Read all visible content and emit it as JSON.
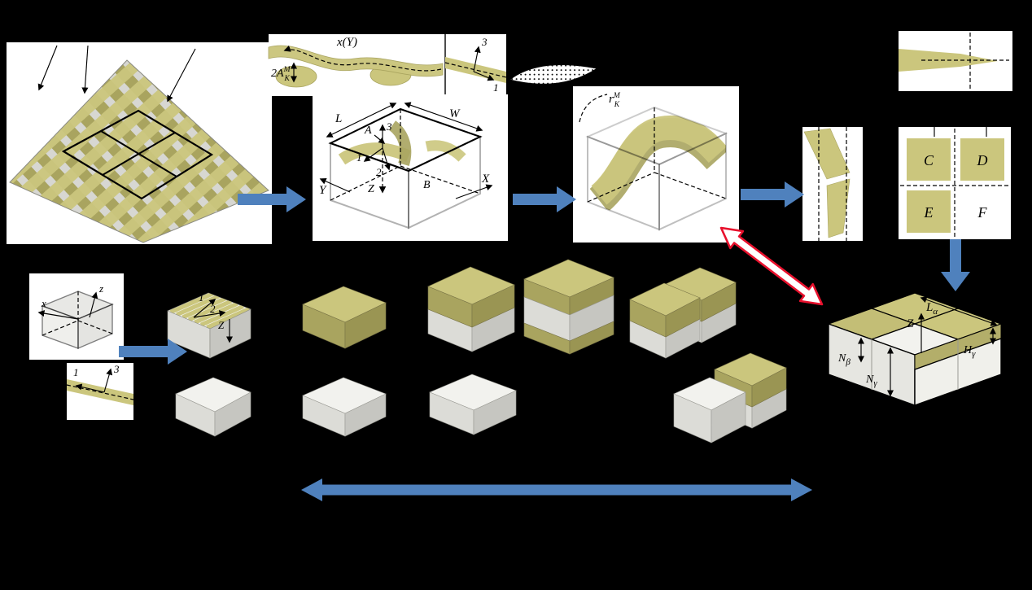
{
  "colors": {
    "background": "#000000",
    "panel": "#ffffff",
    "yarn": "#cbc67d",
    "yarn_dark": "#a9a45f",
    "yarn_side": "#9a9553",
    "cube_top": "#f2f2ee",
    "cube_left": "#dcdcd7",
    "cube_right": "#c6c6c1",
    "base_gray": "#d7d7d2",
    "arrow_blue": "#4f81bd",
    "arrow_red": "#e8112d"
  },
  "labels": {
    "wave": {
      "x_of_y": "x(Y)",
      "amp": "2A",
      "amp_sub": "K",
      "amp_sup": "M",
      "axis3": "3",
      "axis1": "1"
    },
    "radius": {
      "r": "r",
      "sub": "K",
      "sup": "M"
    },
    "unit_cell": {
      "length": "L",
      "width": "W",
      "point_a": "A",
      "point_b": "B",
      "axis1": "1",
      "axis2": "2",
      "axis3": "3",
      "axis_x": "X",
      "axis_y": "Y",
      "axis_z": "Z"
    },
    "quadrants": {
      "c": "C",
      "d": "D",
      "e": "E",
      "f": "F"
    },
    "micro_cube": {
      "axis_x": "x",
      "axis_z": "z"
    },
    "micro_band": {
      "axis1": "1",
      "axis3": "3"
    },
    "striped_cube": {
      "axis1": "1",
      "axis2": "2",
      "axis_z": "Z"
    },
    "final_block": {
      "l": "L",
      "l_sub": "α",
      "axis_z": "Z",
      "h": "H",
      "h_sub": "γ",
      "n_beta": "N",
      "n_beta_sub": "β",
      "n_gamma": "N",
      "n_gamma_sub": "γ"
    }
  }
}
